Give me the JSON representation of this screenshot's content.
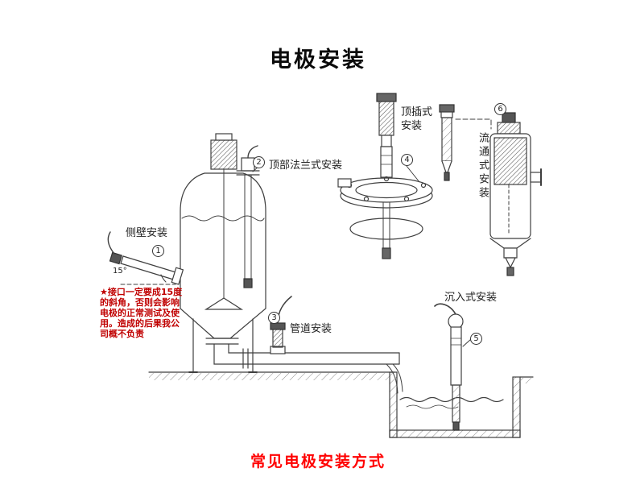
{
  "title": "电极安装",
  "caption": "常见电极安装方式",
  "installations": {
    "side_wall": {
      "num": "1",
      "label": "侧壁安装"
    },
    "top_flange": {
      "num": "2",
      "label": "顶部法兰式安装"
    },
    "pipeline": {
      "num": "3",
      "label": "管道安装"
    },
    "top_insert": {
      "num": "4",
      "label_line1": "顶插式",
      "label_line2": "安装"
    },
    "submersion": {
      "num": "5",
      "label": "沉入式安装"
    },
    "flow_through": {
      "num": "6",
      "label": "流通式安装"
    }
  },
  "angle_label": "15°",
  "warning": {
    "lines": [
      "★接口一定要成15度",
      "的斜角，否则会影响",
      "电极的正常测试及使",
      "用。造成的后果我公",
      "司概不负责"
    ]
  },
  "colors": {
    "line_art": "#3f3f3f",
    "warning_text": "#c00000",
    "caption_text": "#ff0000"
  }
}
